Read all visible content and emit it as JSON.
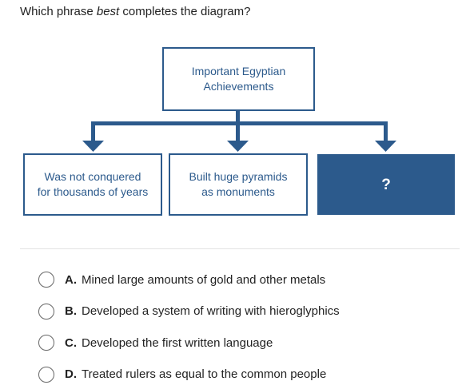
{
  "question": {
    "prefix": "Which phrase ",
    "emphasis": "best",
    "suffix": " completes the diagram?"
  },
  "diagram": {
    "top_box": [
      "Important Egyptian",
      "Achievements"
    ],
    "children": [
      {
        "lines": [
          "Was not conquered",
          "for thousands of years"
        ]
      },
      {
        "lines": [
          "Built huge pyramids",
          "as monuments"
        ]
      },
      {
        "lines": [
          "?"
        ]
      }
    ],
    "colors": {
      "accent": "#2c5a8c"
    }
  },
  "options": [
    {
      "letter": "A.",
      "text": "Mined large amounts of gold and other metals"
    },
    {
      "letter": "B.",
      "text": "Developed a system of writing with hieroglyphics"
    },
    {
      "letter": "C.",
      "text": "Developed the first written language"
    },
    {
      "letter": "D.",
      "text": "Treated rulers as equal to the common people"
    }
  ]
}
